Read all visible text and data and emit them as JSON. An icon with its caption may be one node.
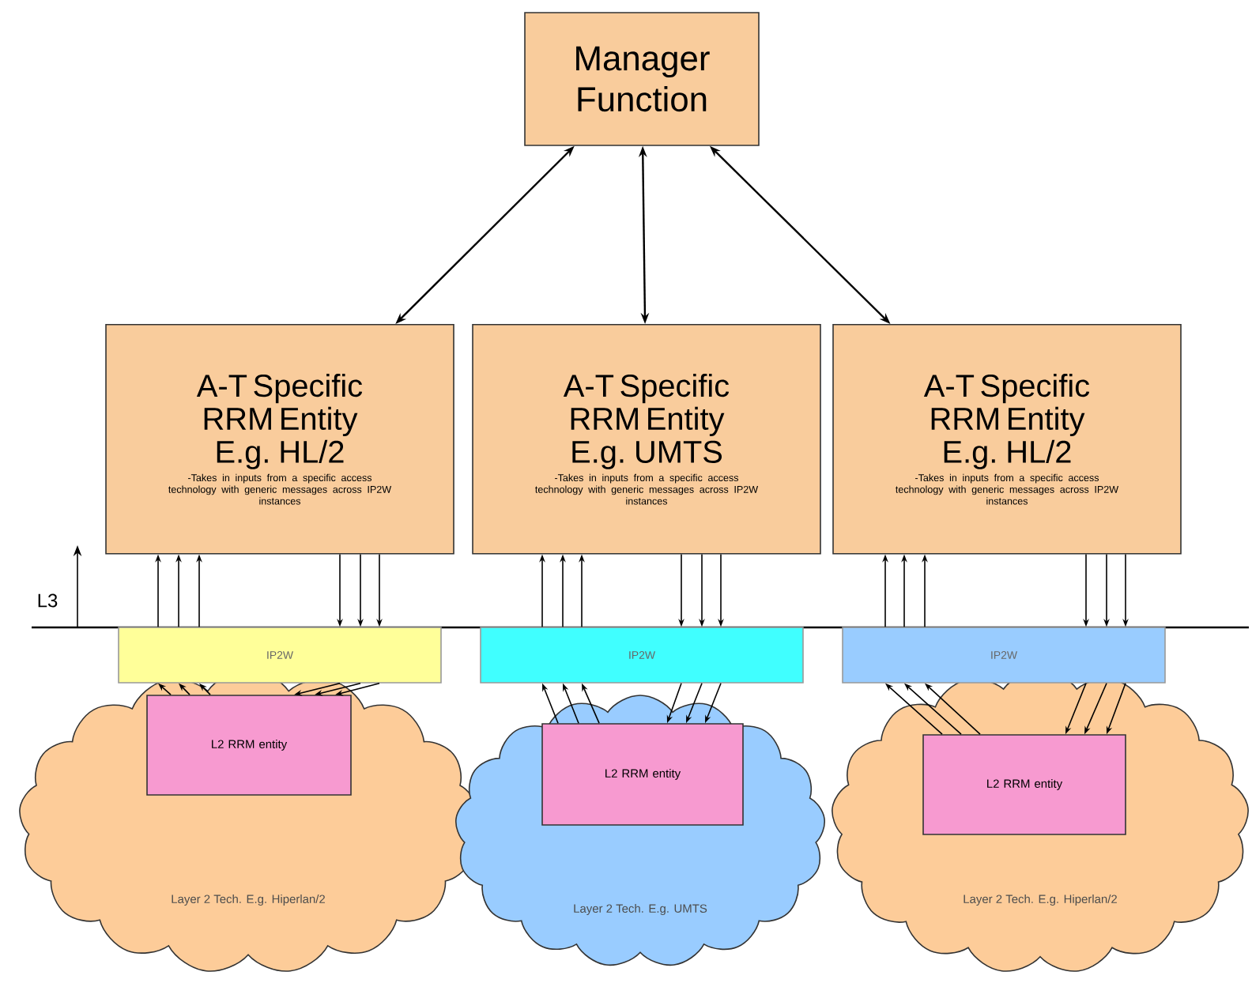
{
  "diagram": {
    "nodes": [
      {
        "text": [
          "Manager Function"
        ]
      },
      {
        "text": [
          "A-T Specific RRM Entity E.g. HL/2",
          "-Takes in inputs from a specific access technology with generic messages across IP2W instances"
        ]
      },
      {
        "text": [
          "A-T Specific RRM Entity E.g. UMTS",
          "-Takes in inputs from a specific access technology with generic messages across IP2W instances"
        ]
      },
      {
        "text": [
          "A-T Specific RRM Entity E.g. HL/2",
          "-Takes in inputs from a specific access technology with generic messages across IP2W instances"
        ]
      },
      {
        "text": [
          "IP2W"
        ]
      },
      {
        "text": [
          "IP2W"
        ]
      },
      {
        "text": [
          "IP2W"
        ]
      },
      {
        "text": [
          "Layer 2 Tech. E.g. Hiperlan/2"
        ]
      },
      {
        "text": [
          "L2 RRM entity"
        ],
        "in": 7
      },
      {
        "text": [
          "Layer 2 Tech. E.g. UMTS"
        ]
      },
      {
        "text": [
          "L2 RRM entity"
        ],
        "in": 9
      },
      {
        "text": [
          "Layer 2 Tech. E.g. Hiperlan/2"
        ]
      },
      {
        "text": [
          "L2 RRM entity"
        ],
        "in": 11
      }
    ],
    "edges": [
      {
        "from": 0,
        "to": 1,
        "arrow": "both"
      },
      {
        "from": 0,
        "to": 2,
        "arrow": "both"
      },
      {
        "from": 0,
        "to": 3,
        "arrow": "both"
      },
      {
        "from": 8,
        "to": 4,
        "arrow": "to"
      },
      {
        "from": 8,
        "to": 4,
        "arrow": "to"
      },
      {
        "from": 8,
        "to": 4,
        "arrow": "to"
      },
      {
        "from": 4,
        "to": 1,
        "arrow": "to"
      },
      {
        "from": 4,
        "to": 1,
        "arrow": "to"
      },
      {
        "from": 4,
        "to": 1,
        "arrow": "to"
      },
      {
        "from": 1,
        "to": 4,
        "arrow": "to"
      },
      {
        "from": 1,
        "to": 4,
        "arrow": "to"
      },
      {
        "from": 1,
        "to": 4,
        "arrow": "to"
      },
      {
        "from": 4,
        "to": 8,
        "arrow": "to"
      },
      {
        "from": 4,
        "to": 8,
        "arrow": "to"
      },
      {
        "from": 4,
        "to": 8,
        "arrow": "to"
      },
      {
        "from": 10,
        "to": 5,
        "arrow": "to"
      },
      {
        "from": 10,
        "to": 5,
        "arrow": "to"
      },
      {
        "from": 10,
        "to": 5,
        "arrow": "to"
      },
      {
        "from": 5,
        "to": 2,
        "arrow": "to"
      },
      {
        "from": 5,
        "to": 2,
        "arrow": "to"
      },
      {
        "from": 5,
        "to": 2,
        "arrow": "to"
      },
      {
        "from": 2,
        "to": 5,
        "arrow": "to"
      },
      {
        "from": 2,
        "to": 5,
        "arrow": "to"
      },
      {
        "from": 2,
        "to": 5,
        "arrow": "to"
      },
      {
        "from": 5,
        "to": 10,
        "arrow": "to"
      },
      {
        "from": 5,
        "to": 10,
        "arrow": "to"
      },
      {
        "from": 5,
        "to": 10,
        "arrow": "to"
      },
      {
        "from": 12,
        "to": 6,
        "arrow": "to"
      },
      {
        "from": 12,
        "to": 6,
        "arrow": "to"
      },
      {
        "from": 12,
        "to": 6,
        "arrow": "to"
      },
      {
        "from": 6,
        "to": 3,
        "arrow": "to"
      },
      {
        "from": 6,
        "to": 3,
        "arrow": "to"
      },
      {
        "from": 6,
        "to": 3,
        "arrow": "to"
      },
      {
        "from": 3,
        "to": 6,
        "arrow": "to"
      },
      {
        "from": 3,
        "to": 6,
        "arrow": "to"
      },
      {
        "from": 3,
        "to": 6,
        "arrow": "to"
      },
      {
        "from": 6,
        "to": 12,
        "arrow": "to"
      },
      {
        "from": 6,
        "to": 12,
        "arrow": "to"
      },
      {
        "from": 6,
        "to": 12,
        "arrow": "to"
      }
    ],
    "labels": [
      "L3"
    ]
  }
}
